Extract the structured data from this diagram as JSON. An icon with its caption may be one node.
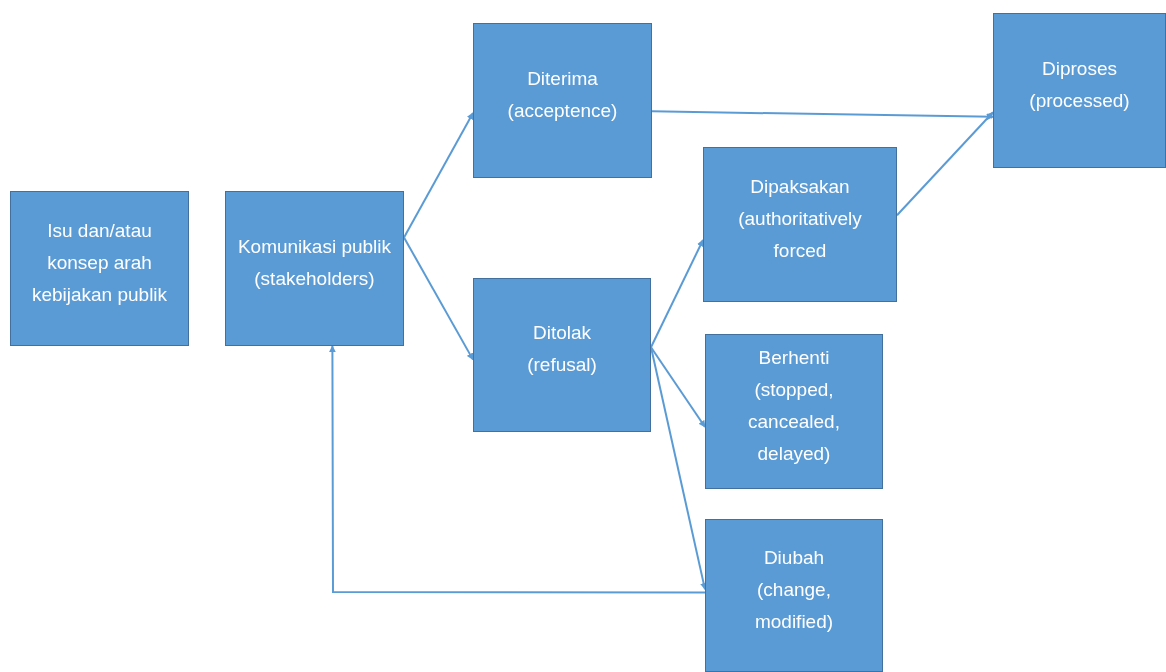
{
  "diagram": {
    "nodes": [
      {
        "text": [
          "Isu dan/atau konsep arah kebijakan publik"
        ]
      },
      {
        "text": [
          "Komunikasi publik",
          "(stakeholders)"
        ]
      },
      {
        "text": [
          "Diterima",
          "(acceptence)"
        ]
      },
      {
        "text": [
          "Ditolak",
          "(refusal)"
        ]
      },
      {
        "text": [
          "Dipaksakan",
          "(authoritatively forced"
        ]
      },
      {
        "text": [
          "Diproses",
          "(processed)"
        ]
      },
      {
        "text": [
          "Berhenti",
          "(stopped, cancealed, delayed)"
        ]
      },
      {
        "text": [
          "Diubah",
          "(change, modified)"
        ]
      }
    ],
    "edges": [
      {
        "from": 1,
        "to": 2,
        "arrow": "to"
      },
      {
        "from": 1,
        "to": 3,
        "arrow": "to"
      },
      {
        "from": 2,
        "to": 5,
        "arrow": "to"
      },
      {
        "from": 4,
        "to": 5,
        "arrow": "to"
      },
      {
        "from": 3,
        "to": 4,
        "arrow": "to"
      },
      {
        "from": 3,
        "to": 6,
        "arrow": "to"
      },
      {
        "from": 3,
        "to": 7,
        "arrow": "to"
      },
      {
        "from": 7,
        "to": 1,
        "arrow": "to"
      }
    ]
  }
}
